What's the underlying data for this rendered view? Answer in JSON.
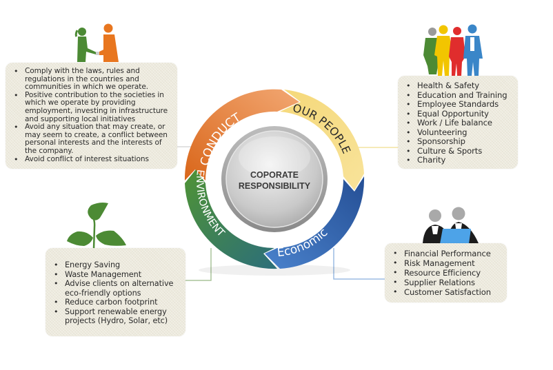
{
  "diagram": {
    "center": {
      "line1": "COPORATE",
      "line2": "RESPONSIBILITY"
    },
    "segments": [
      {
        "id": "conduct",
        "label": "CONDUCT",
        "color": "#e8782a"
      },
      {
        "id": "our-people",
        "label": "OUR PEOPLE",
        "color": "#f7d46a"
      },
      {
        "id": "economic",
        "label": "Economic",
        "color": "#2f5fa8"
      },
      {
        "id": "environment",
        "label": "ENVIRONMENT",
        "color": "#4f8f3a"
      }
    ]
  },
  "panels": {
    "conduct": {
      "icon": "handshake-people-icon",
      "items": [
        "Comply with the laws, rules and regulations in the countries and communities in which we operate.",
        "Positive contribution to the societies in which we operate by providing employment, investing in infrastructure and supporting local initiatives",
        "Avoid any situation that may create, or may seem to create, a conflict between personal interests and the interests of the company.",
        "Avoid conflict of interest situations"
      ]
    },
    "our_people": {
      "icon": "group-of-people-icon",
      "items": [
        "Health & Safety",
        "Education and Training",
        "Employee Standards",
        "Equal Opportunity",
        "Work / Life balance",
        "Volunteering",
        "Sponsorship",
        "Culture & Sports",
        "Charity"
      ]
    },
    "environment": {
      "icon": "plant-sprout-icon",
      "items": [
        "Energy Saving",
        "Waste Management",
        "Advise clients on alternative eco-friendly options",
        "Reduce carbon footprint",
        "Support renewable energy projects (Hydro, Solar, etc)"
      ]
    },
    "economic": {
      "icon": "people-at-laptop-icon",
      "items": [
        "Financial Performance",
        "Risk Management",
        "Resource Efficiency",
        "Supplier Relations",
        "Customer Satisfaction"
      ]
    }
  },
  "colors": {
    "panel_bg": "#edeadd",
    "conduct_line": "#dcdcdc",
    "people_line": "#f5e6a8",
    "env_line": "#a9c49a",
    "econ_line": "#9bbbe3"
  }
}
